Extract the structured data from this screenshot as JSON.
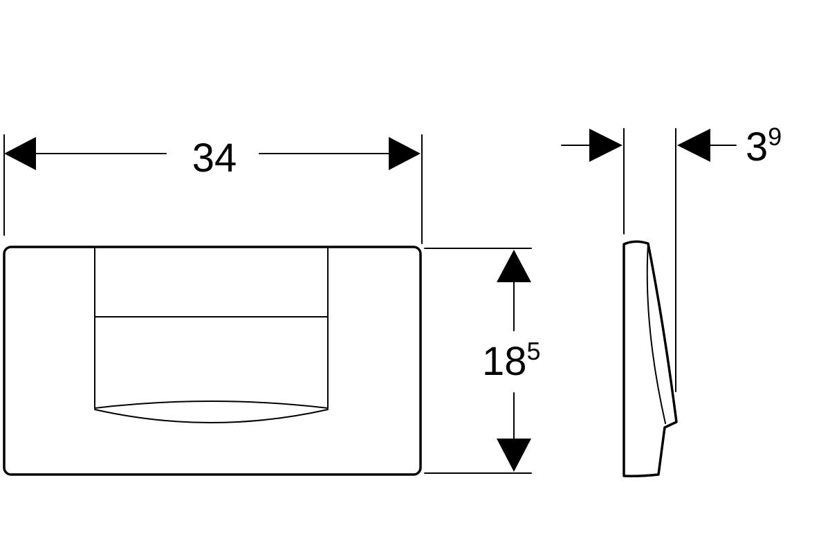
{
  "dimensions": {
    "width": {
      "main": "34",
      "sup": ""
    },
    "height": {
      "main": "18",
      "sup": "5"
    },
    "depth": {
      "main": "3",
      "sup": "9"
    }
  },
  "colors": {
    "line": "#000000",
    "background": "#ffffff"
  }
}
